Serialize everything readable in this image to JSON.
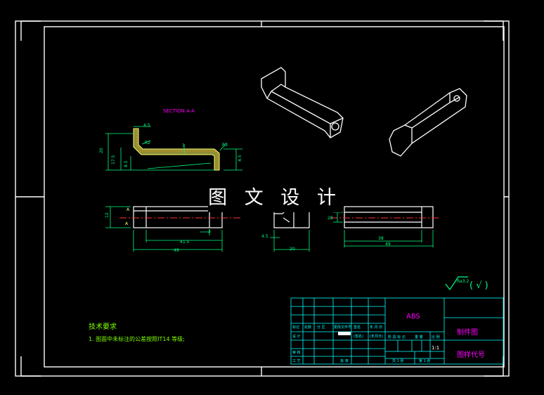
{
  "watermark": "图 文 设 计",
  "section_title": "SECTION A-A",
  "section_labels": {
    "h20": "20",
    "h17": "17.5",
    "h8": "8.5",
    "t45": "4.5",
    "r": "R2",
    "t3": "3",
    "d": "R3",
    "t45b": "4.5"
  },
  "front_labels": {
    "h12": "12",
    "a1": "A",
    "a2": "A",
    "d3": "3",
    "d415": "41.5",
    "d49": "49"
  },
  "side_labels": {
    "d45": "4.5",
    "d20": "20"
  },
  "top_labels": {
    "d28": "28",
    "d38": "38",
    "d49": "49"
  },
  "roughness": {
    "value": "Ra3.2",
    "suffix": "( √ )"
  },
  "tech_req": {
    "title": "技术要求",
    "item1": "1. 图面中未标注的公差按照IT14 等级;"
  },
  "title_block": {
    "material": "ABS",
    "drawing_name": "制件图",
    "drawing_code": "图样代号",
    "scale": "1:1",
    "sheets": "共 1 张",
    "sheet_no": "第 1 张",
    "row_labels": [
      "标记",
      "处数",
      "分 区",
      "更改文件号",
      "签名",
      "年.月.日"
    ],
    "stage_labels": [
      "阶 段 标 记",
      "重 量",
      "比 例"
    ],
    "design": "设 计",
    "check": "审 核",
    "process": "工 艺",
    "approve": "批 准",
    "sig_a": "(签名)",
    "sig_b": "(年月日)"
  },
  "colors": {
    "frame": "#ffffff",
    "dim": "#00ff7f",
    "label": "#00ffff",
    "section": "#ff00ff",
    "hatch": "#ffff66",
    "center": "#ff3030",
    "note": "#7fff00"
  }
}
